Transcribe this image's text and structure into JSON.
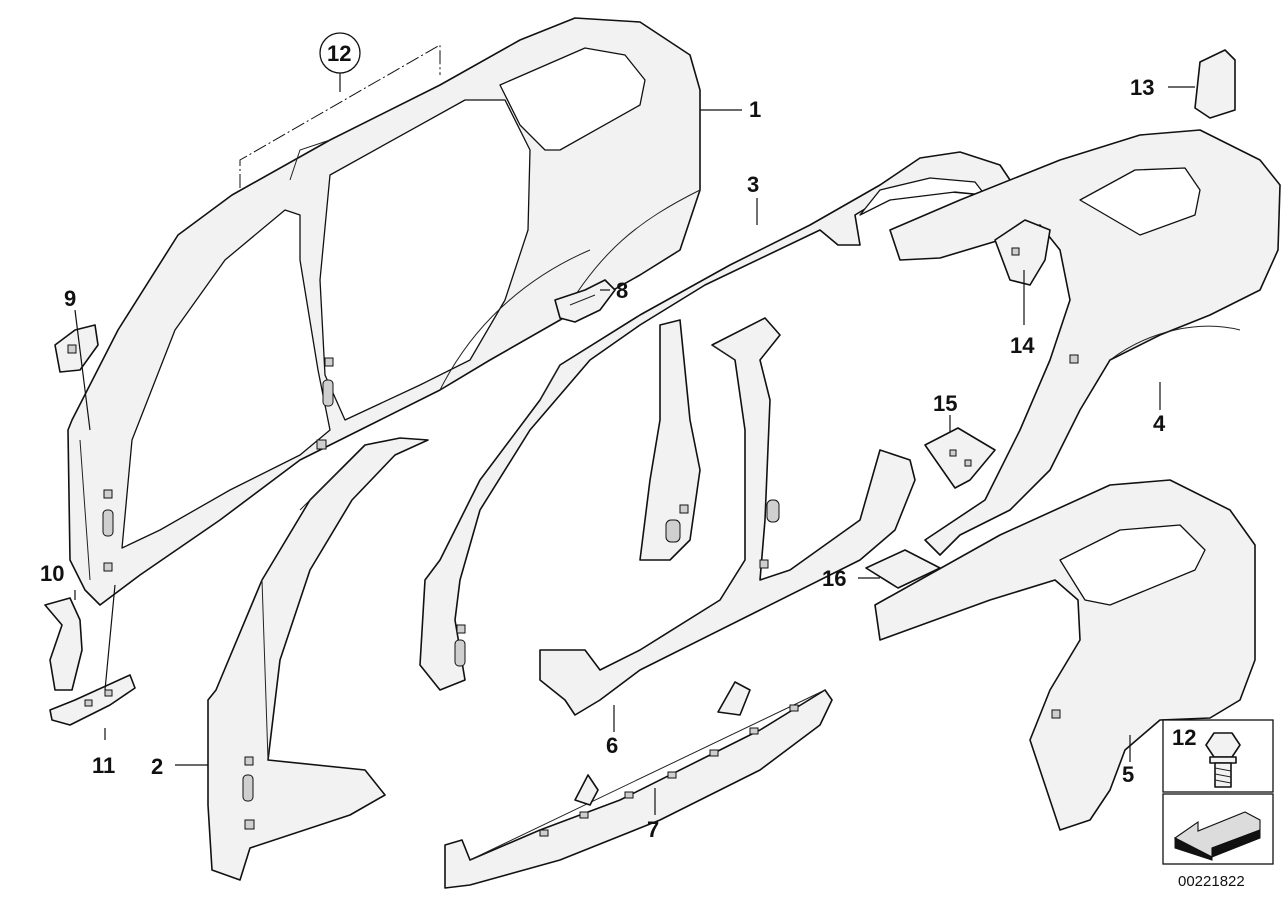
{
  "callouts": {
    "c1": "1",
    "c2": "2",
    "c3": "3",
    "c4": "4",
    "c5": "5",
    "c6": "6",
    "c7": "7",
    "c8": "8",
    "c9": "9",
    "c10": "10",
    "c11": "11",
    "c12_circled": "12",
    "c12_box": "12",
    "c13": "13",
    "c14": "14",
    "c15": "15",
    "c16": "16"
  },
  "reference_number": "00221822"
}
